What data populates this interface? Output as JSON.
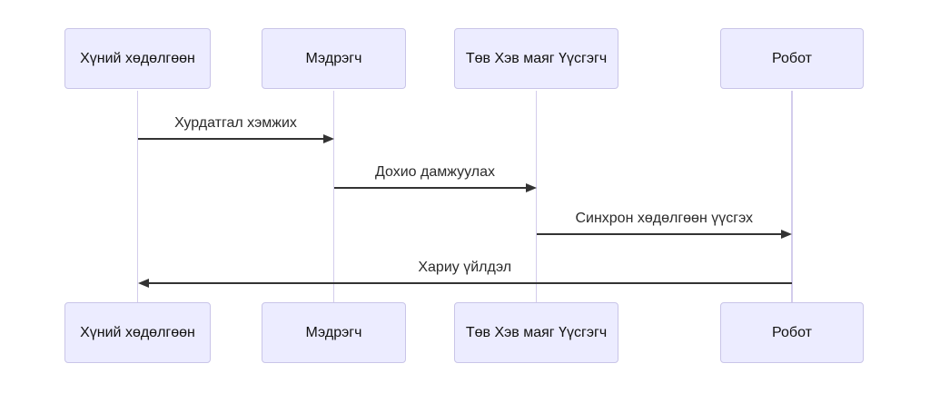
{
  "diagram": {
    "type": "sequence-diagram",
    "actors": [
      {
        "id": "human",
        "label": "Хүний хөдөлгөөн"
      },
      {
        "id": "sensor",
        "label": "Мэдрэгч"
      },
      {
        "id": "cpg",
        "label": "Төв Хэв маяг Үүсгэгч"
      },
      {
        "id": "robot",
        "label": "Робот"
      }
    ],
    "messages": [
      {
        "label": "Хурдатгал хэмжих",
        "from": "Хүний хөдөлгөөн",
        "to": "Мэдрэгч",
        "arrow": "solid",
        "direction": "right"
      },
      {
        "label": "Дохио дамжуулах",
        "from": "Мэдрэгч",
        "to": "Төв Хэв маяг Үүсгэгч",
        "arrow": "solid",
        "direction": "right"
      },
      {
        "label": "Синхрон хөдөлгөөн үүсгэх",
        "from": "Төв Хэв маяг Үүсгэгч",
        "to": "Робот",
        "arrow": "solid",
        "direction": "right"
      },
      {
        "label": "Хариу үйлдэл",
        "from": "Робот",
        "to": "Хүний хөдөлгөөн",
        "arrow": "solid",
        "direction": "left"
      }
    ],
    "colors": {
      "background": "#ffffff",
      "actor_fill": "#ECECFF",
      "actor_border": "#C9C5E8",
      "lifeline": "#D3CCEC",
      "arrow": "#333333",
      "text": "#111111",
      "message_text": "#2b2b2b"
    }
  }
}
